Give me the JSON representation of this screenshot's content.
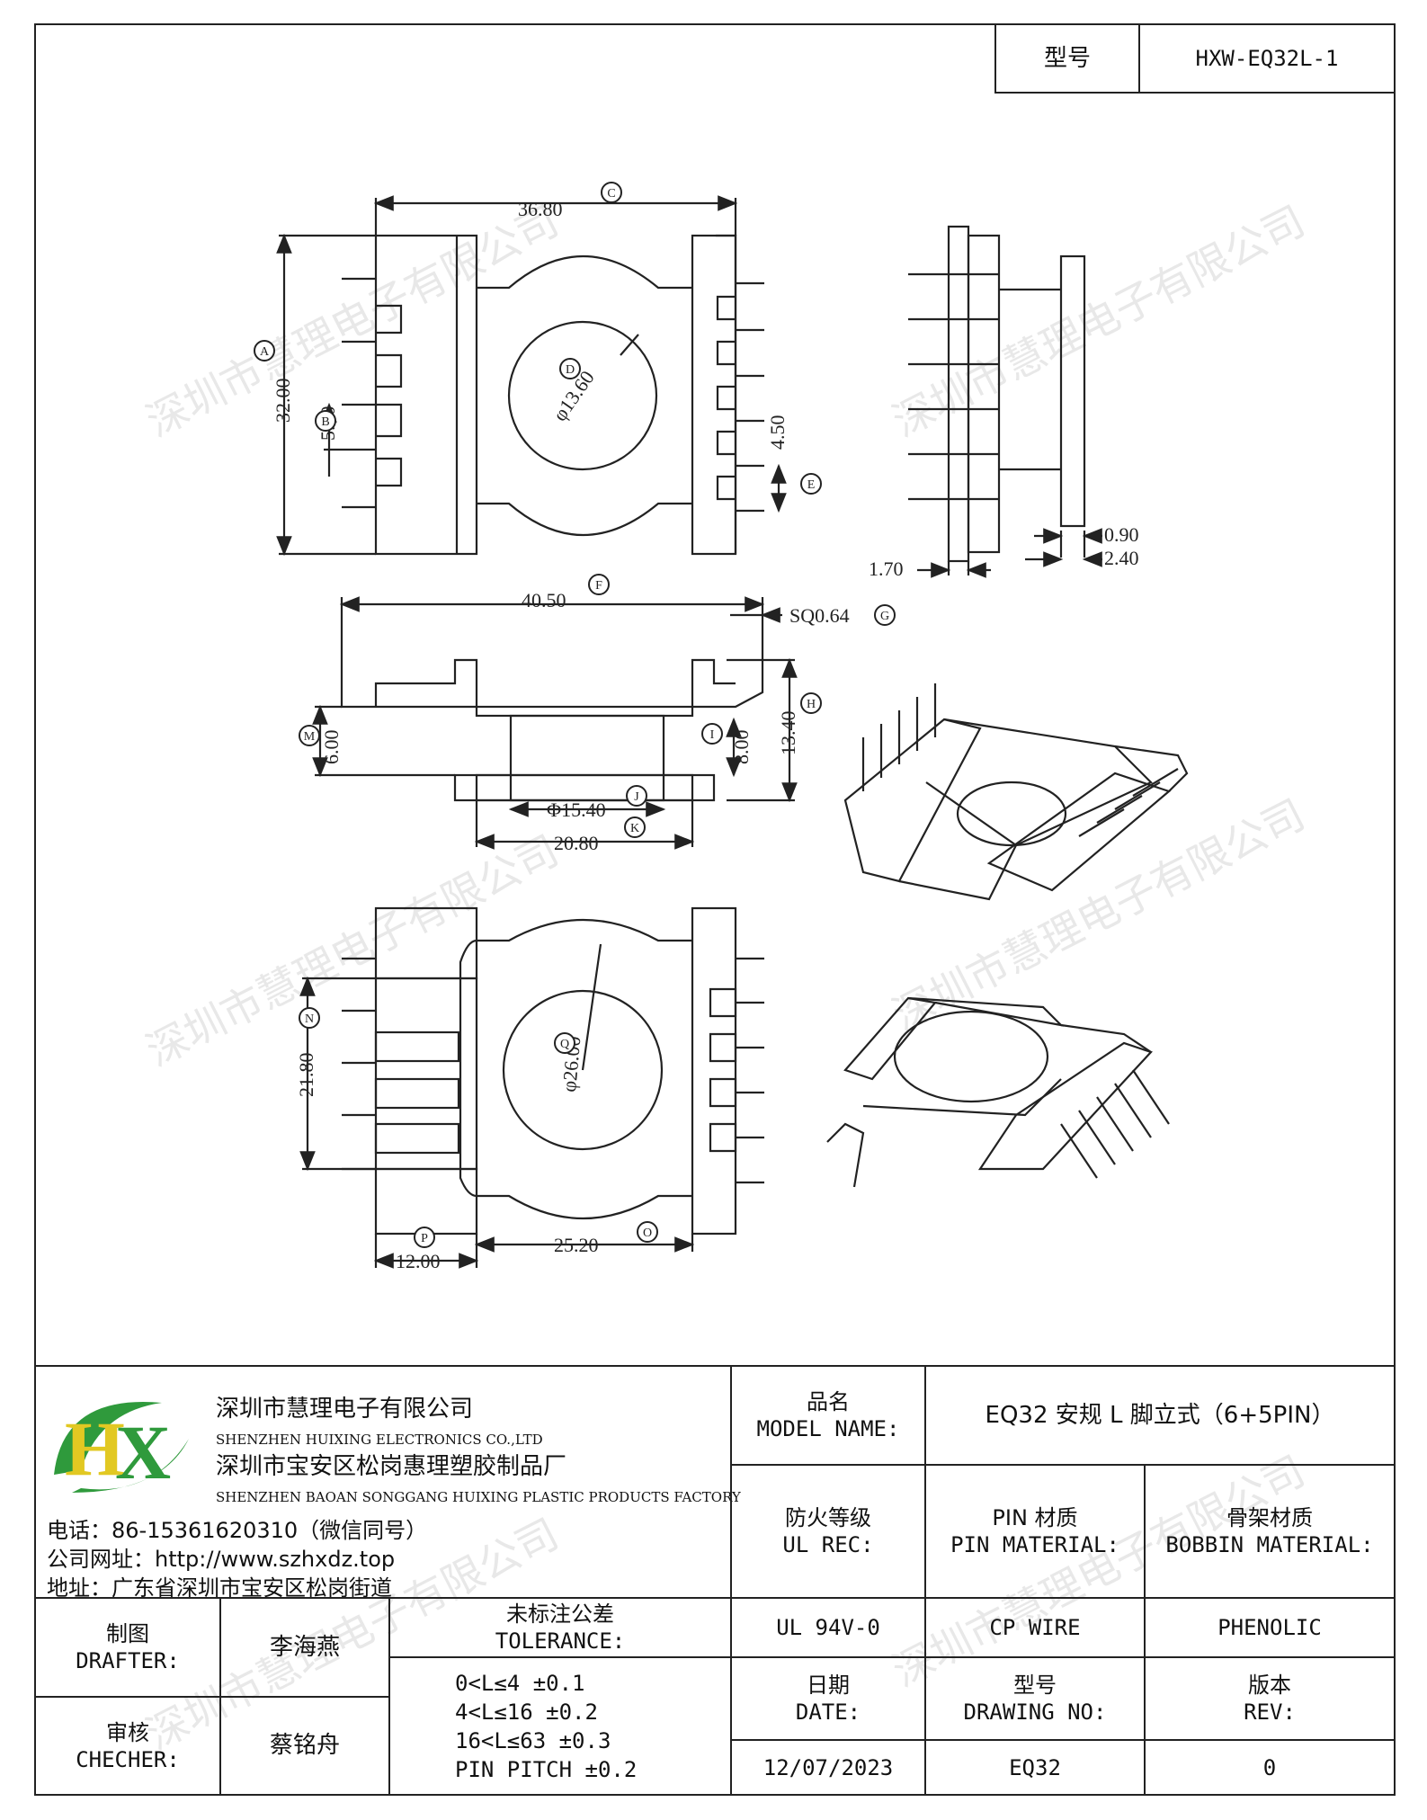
{
  "header": {
    "model_label": "型号",
    "model_value": "HXW-EQ32L-1"
  },
  "watermark": "深圳市慧理电子有限公司",
  "drawing": {
    "dims": {
      "c": "36.80",
      "a": "32.00",
      "b": "5.50",
      "d": "φ13.60",
      "e": "4.50",
      "w1": "0.90",
      "w2": "2.40",
      "w3": "1.70",
      "f": "40.50",
      "g": "SQ0.64",
      "h": "13.40",
      "i": "8.00",
      "m": "6.00",
      "j": "Φ15.40",
      "k": "20.80",
      "n": "21.80",
      "q": "φ26.00",
      "o": "25.20",
      "p": "12.00"
    },
    "markers": {
      "a": "A",
      "b": "B",
      "c": "C",
      "d": "D",
      "e": "E",
      "f": "F",
      "g": "G",
      "h": "H",
      "i": "I",
      "j": "J",
      "k": "K",
      "m": "M",
      "n": "N",
      "o": "O",
      "p": "P",
      "q": "Q"
    }
  },
  "company": {
    "name_cn": "深圳市慧理电子有限公司",
    "name_en": "SHENZHEN HUIXING ELECTRONICS CO.,LTD",
    "factory_cn": "深圳市宝安区松岗惠理塑胶制品厂",
    "factory_en": "SHENZHEN BAOAN SONGGANG HUIXING PLASTIC PRODUCTS FACTORY",
    "phone": "电话：86-15361620310（微信同号）",
    "website": "公司网址：http://www.szhxdz.top",
    "address": "地址：广东省深圳市宝安区松岗街道",
    "logo_h": "H",
    "logo_x": "X"
  },
  "titleblock": {
    "model_name_cn": "品名",
    "model_name_en": "MODEL NAME:",
    "model_name_value": "EQ32 安规 L 脚立式（6+5PIN）",
    "ul_cn": "防火等级",
    "ul_en": "UL REC:",
    "ul_value": "UL 94V-0",
    "pin_cn": "PIN 材质",
    "pin_en": "PIN MATERIAL:",
    "pin_value": "CP WIRE",
    "bobbin_cn": "骨架材质",
    "bobbin_en": "BOBBIN MATERIAL:",
    "bobbin_value": "PHENOLIC",
    "drafter_cn": "制图",
    "drafter_en": "DRAFTER:",
    "drafter_value": "李海燕",
    "checker_cn": "审核",
    "checker_en": "CHECHER:",
    "checker_value": "蔡铭舟",
    "tolerance_cn": "未标注公差",
    "tolerance_en": "TOLERANCE:",
    "tolerance_lines": [
      "0<L≤4  ±0.1",
      "4<L≤16 ±0.2",
      "16<L≤63 ±0.3",
      "PIN PITCH ±0.2"
    ],
    "date_cn": "日期",
    "date_en": "DATE:",
    "date_value": "12/07/2023",
    "drawing_no_cn": "型号",
    "drawing_no_en": "DRAWING NO:",
    "drawing_no_value": "EQ32",
    "rev_cn": "版本",
    "rev_en": "REV:",
    "rev_value": "0"
  }
}
